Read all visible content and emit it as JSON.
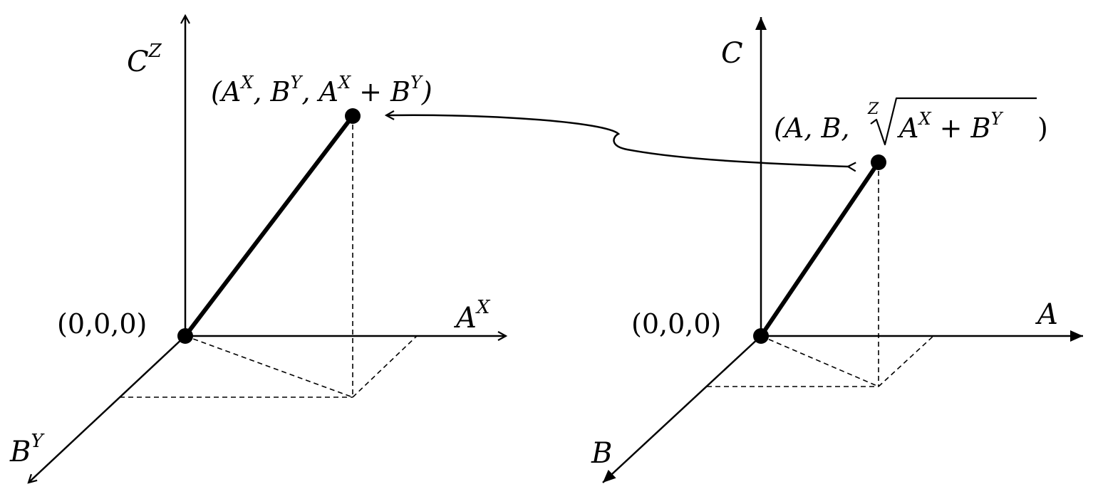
{
  "diagram": {
    "left": {
      "axis_vertical": {
        "base": "C",
        "sup": "Z"
      },
      "axis_horizontal": {
        "base": "A",
        "sup": "X"
      },
      "axis_depth": {
        "base": "B",
        "sup": "Y"
      },
      "origin_label": "(0,0,0)",
      "point_label": {
        "open": "(",
        "a": "A",
        "a_sup": "X",
        "sep1": ", ",
        "b": "B",
        "b_sup": "Y",
        "sep2": ", ",
        "c": "A",
        "c_sup": "X",
        "plus": " + ",
        "d": "B",
        "d_sup": "Y",
        "close": ")"
      }
    },
    "right": {
      "axis_vertical": "C",
      "axis_horizontal": "A",
      "axis_depth": "B",
      "origin_label": "(0,0,0)",
      "point_label": {
        "open": "(",
        "a": "A",
        "sep1": ", ",
        "b": "B",
        "sep2": ", ",
        "root_index": "Z",
        "rad_a": "A",
        "rad_a_sup": "X",
        "plus": " + ",
        "rad_b": "B",
        "rad_b_sup": "Y",
        "close": ")"
      }
    }
  }
}
